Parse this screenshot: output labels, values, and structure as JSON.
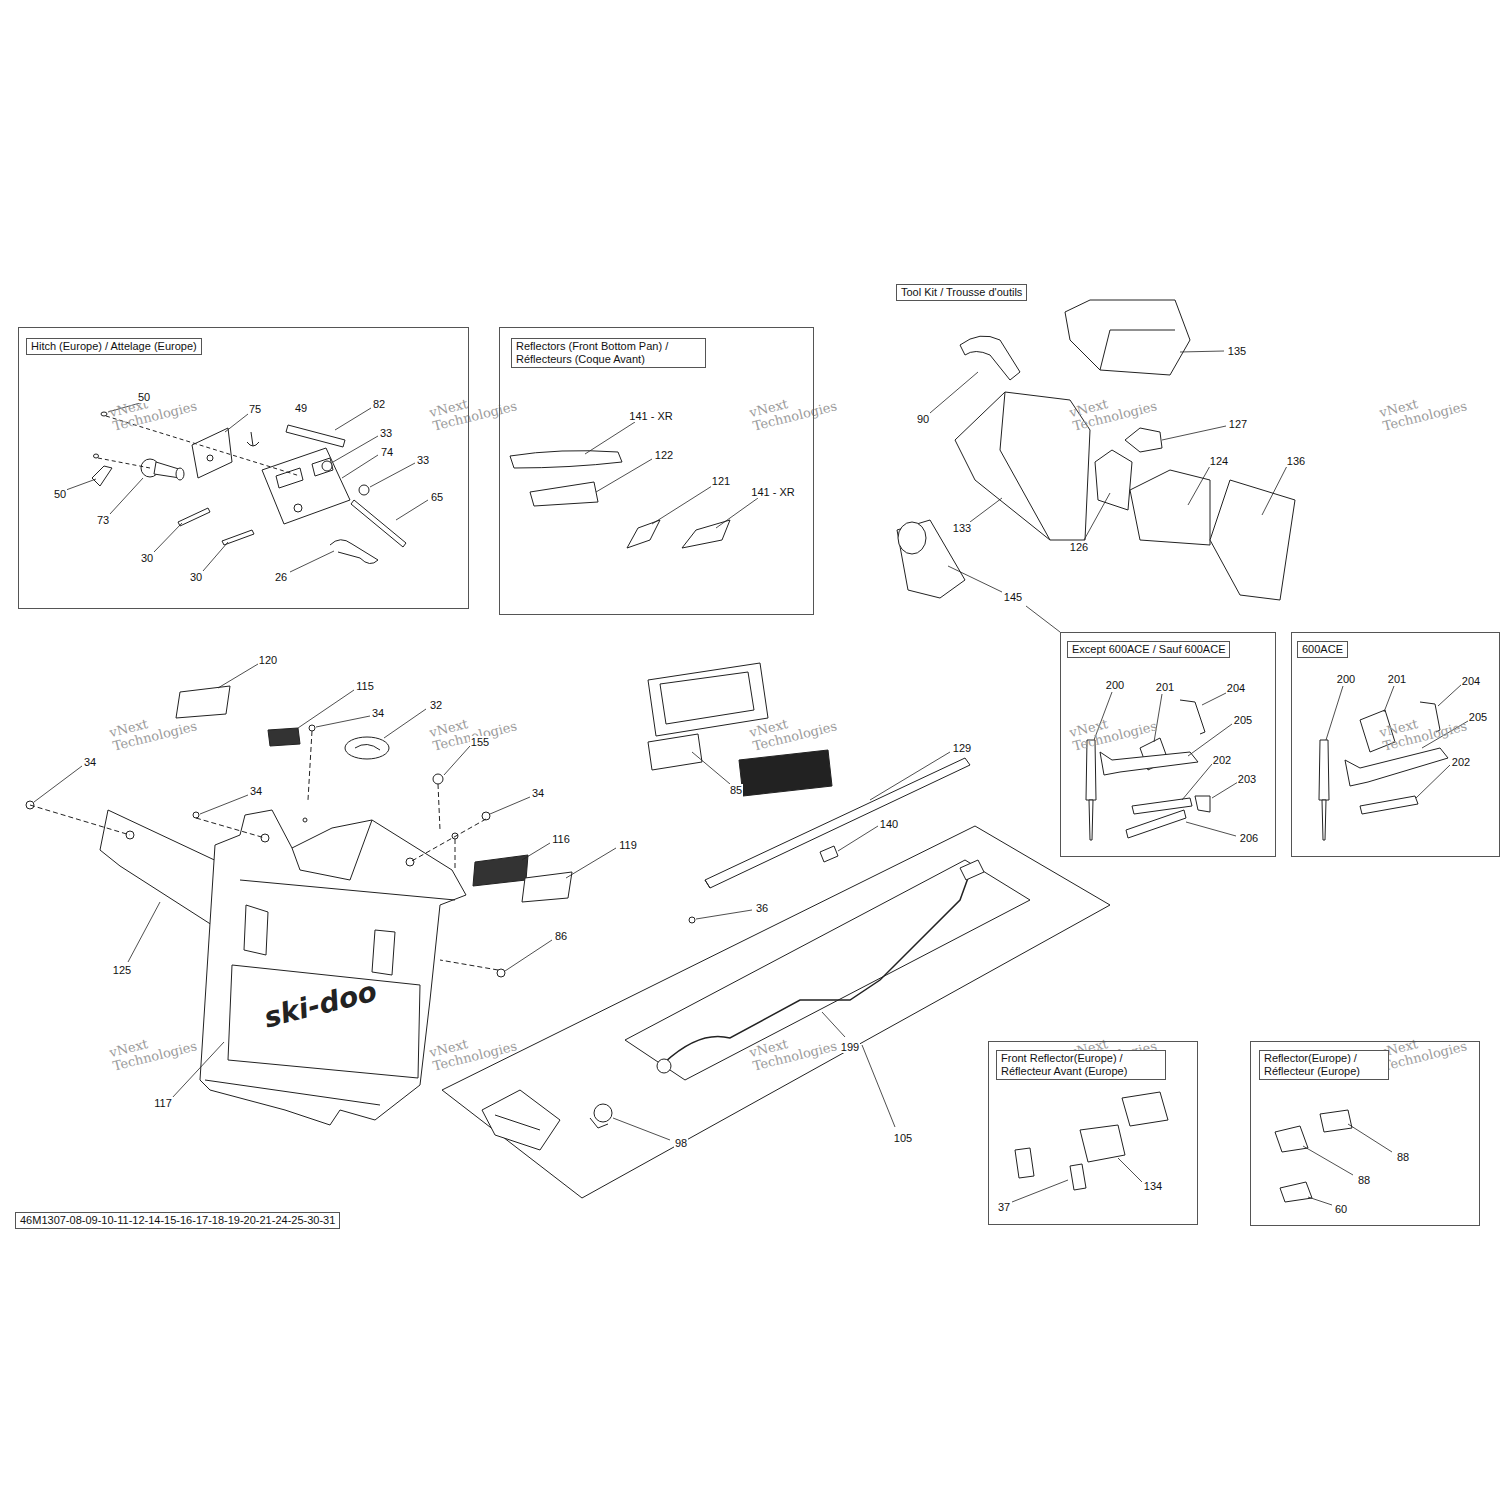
{
  "diagram": {
    "nodes": [
      {
        "text": [
          "Hitch (Europe) / Attelage (Europe)"
        ]
      },
      {
        "text": [
          "Reflectors (Front Bottom Pan) / Réflecteurs (Coque Avant)"
        ]
      },
      {
        "text": [
          "Tool Kit / Trousse d'outils"
        ]
      },
      {
        "text": [
          "Except 600ACE / Sauf 600ACE"
        ]
      },
      {
        "text": [
          "600ACE"
        ]
      },
      {
        "text": [
          "Front Reflector(Europe) / Réflecteur Avant (Europe)"
        ]
      },
      {
        "text": [
          "Reflector(Europe) / Réflecteur (Europe)"
        ]
      },
      {
        "text": [
          "46M1307-08-09-10-11-12-14-15-16-17-18-19-20-21-24-25-30-31"
        ]
      }
    ],
    "labels": [
      "50",
      "50",
      "75",
      "49",
      "82",
      "33",
      "74",
      "33",
      "65",
      "73",
      "30",
      "30",
      "26",
      "141 - XR",
      "122",
      "121",
      "141 - XR",
      "135",
      "90",
      "127",
      "124",
      "136",
      "133",
      "126",
      "145",
      "200",
      "201",
      "204",
      "205",
      "202",
      "203",
      "206",
      "200",
      "201",
      "204",
      "205",
      "202",
      "120",
      "115",
      "32",
      "34",
      "34",
      "155",
      "34",
      "34",
      "116",
      "119",
      "85",
      "129",
      "140",
      "36",
      "86",
      "125",
      "117",
      "199",
      "98",
      "105",
      "37",
      "134",
      "88",
      "88",
      "60",
      "ski-doo",
      "vNext Technologies",
      "vNext Technologies",
      "vNext Technologies",
      "vNext Technologies",
      "vNext Technologies",
      "vNext Technologies",
      "vNext Technologies",
      "vNext Technologies",
      "vNext Technologies",
      "vNext Technologies",
      "vNext Technologies",
      "vNext Technologies",
      "vNext Technologies",
      "vNext Technologies",
      "vNext Technologies"
    ]
  }
}
